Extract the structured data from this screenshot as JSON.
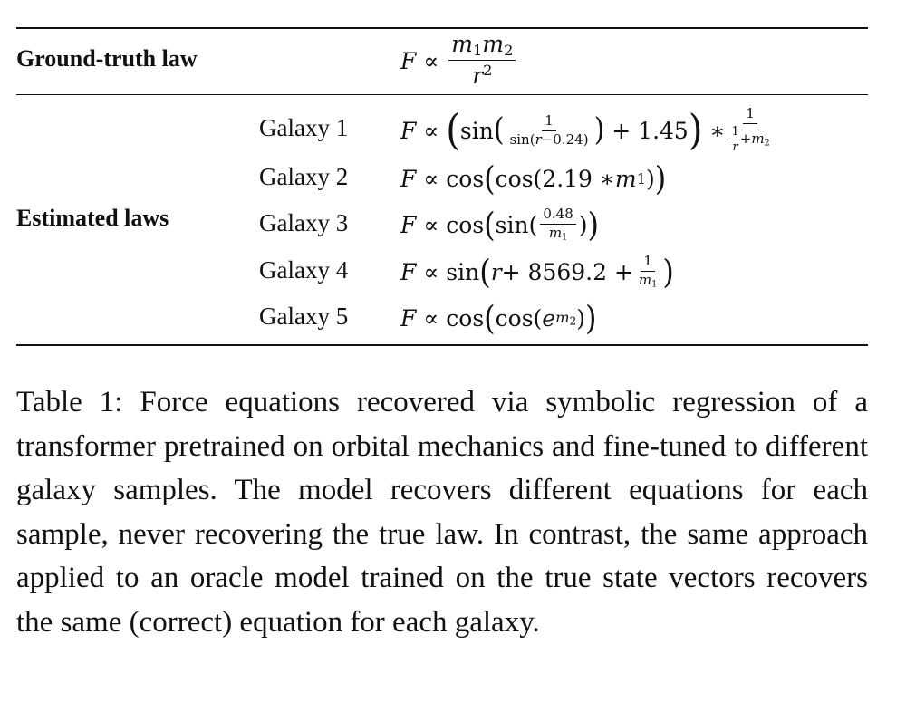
{
  "table": {
    "ground_truth_label": "Ground-truth law",
    "estimated_label": "Estimated laws",
    "ground_truth_equation": "F ∝ m1 m2 / r^2",
    "rows": [
      {
        "galaxy": "Galaxy 1",
        "equation": "F ∝ (sin(1/sin(r−0.24)) + 1.45) ∗ 1/(1/r + m2)"
      },
      {
        "galaxy": "Galaxy 2",
        "equation": "F ∝ cos(cos(2.19 ∗ m1))"
      },
      {
        "galaxy": "Galaxy 3",
        "equation": "F ∝ cos(sin(0.48/m1))"
      },
      {
        "galaxy": "Galaxy 4",
        "equation": "F ∝ sin(r + 8569.2 + 1/m1)"
      },
      {
        "galaxy": "Galaxy 5",
        "equation": "F ∝ cos(cos(e^m2))"
      }
    ]
  },
  "caption": "Table 1: Force equations recovered via symbolic regression of a transformer pretrained on orbital mechanics and fine-tuned to different galaxy samples.  The model recovers different equations for each sample, never recovering the true law. In contrast, the same approach applied to an oracle model trained on the true state vectors recovers the same (correct) equation for each galaxy."
}
